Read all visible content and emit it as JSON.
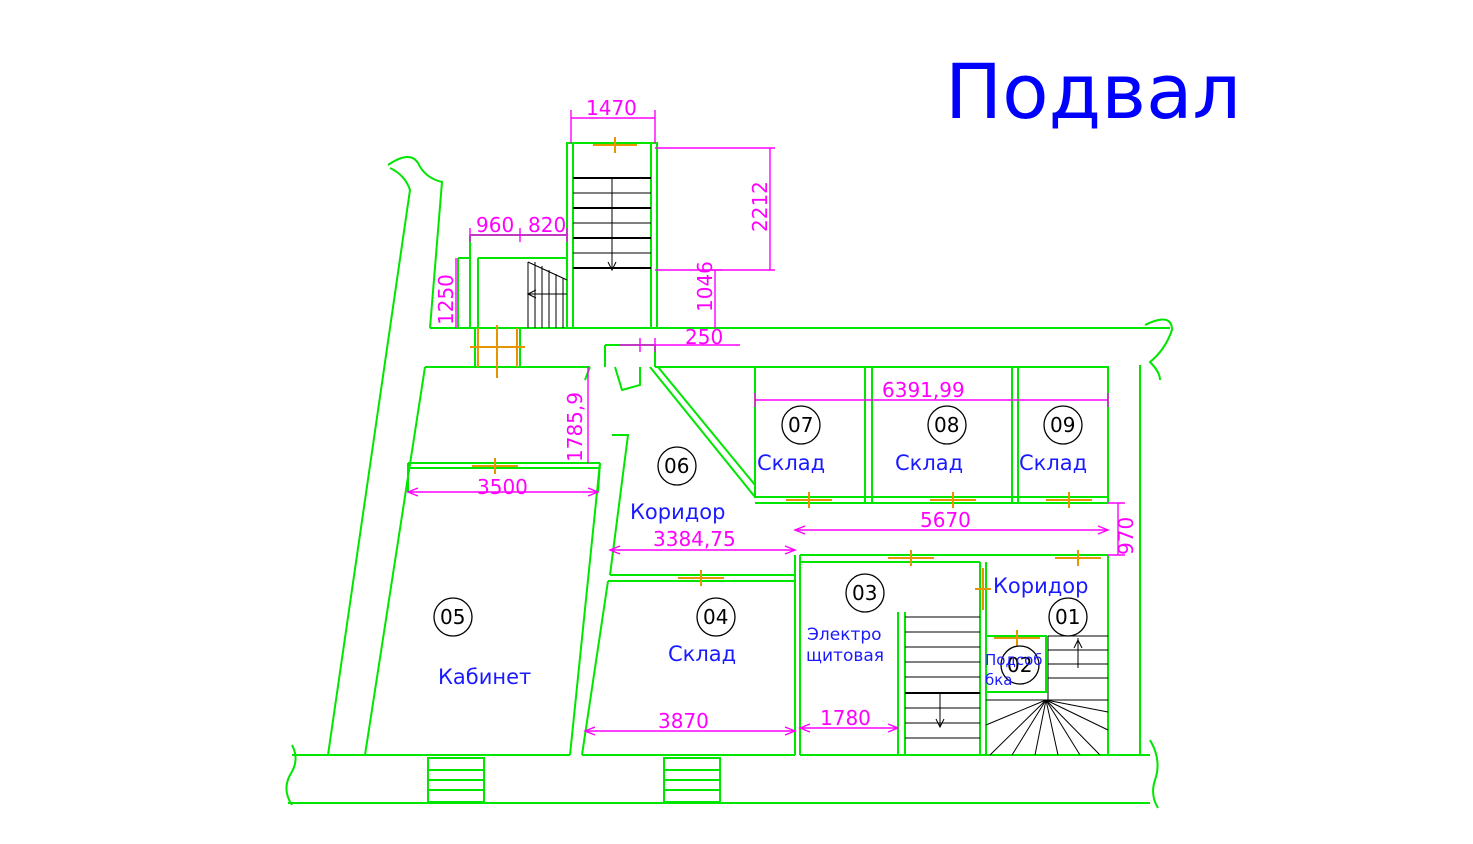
{
  "title": "Подвал",
  "rooms": [
    {
      "num": "01",
      "label": "Коридор"
    },
    {
      "num": "02",
      "label_line1": "Подсоб",
      "label_line2": "бка"
    },
    {
      "num": "03",
      "label_line1": "Электро",
      "label_line2": "щитовая"
    },
    {
      "num": "04",
      "label": "Склад"
    },
    {
      "num": "05",
      "label": "Кабинет"
    },
    {
      "num": "06",
      "label": "Коридор"
    },
    {
      "num": "07",
      "label": "Склад"
    },
    {
      "num": "08",
      "label": "Склад"
    },
    {
      "num": "09",
      "label": "Склад"
    }
  ],
  "dimensions": {
    "d1470": "1470",
    "d2212": "2212",
    "d960": "960",
    "d820": "820",
    "d1250": "1250",
    "d1046": "1046",
    "d250": "250",
    "d1785": "1785,9",
    "d6391": "6391,99",
    "d3500": "3500",
    "d5670": "5670",
    "d970": "970",
    "d3384": "3384,75",
    "d3870": "3870",
    "d1780": "1780"
  },
  "colors": {
    "walls": "#00e600",
    "dimensions": "#ff00ff",
    "doors": "#e69500",
    "title": "#0000ff",
    "labels": "#1a1aff"
  }
}
